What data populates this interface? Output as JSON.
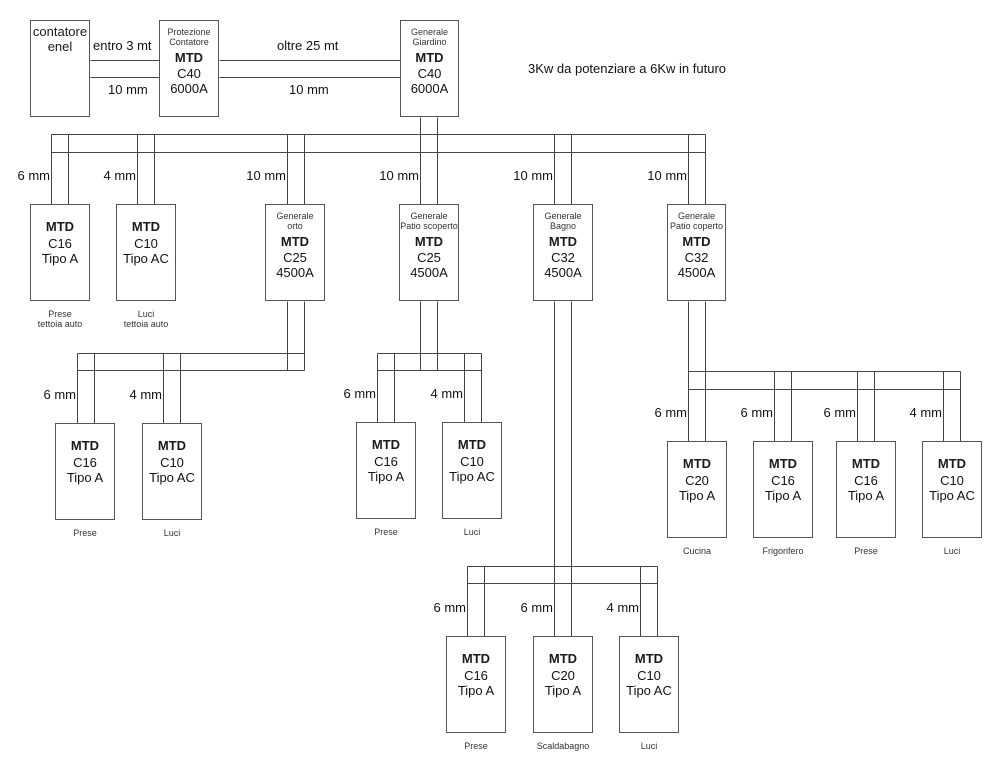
{
  "note": "3Kw da potenziare a 6Kw in futuro",
  "main_line": {
    "meter": {
      "line1": "contatore",
      "line2": "enel"
    },
    "seg1": {
      "top": "entro 3 mt",
      "bottom": "10 mm"
    },
    "protezione": {
      "title1": "Protezione",
      "title2": "Contatore",
      "type": "MTD",
      "rating": "C40",
      "capacity": "6000A"
    },
    "seg2": {
      "top": "oltre 25 mt",
      "bottom": "10 mm"
    },
    "giardino": {
      "title1": "Generale",
      "title2": "Giardino",
      "type": "MTD",
      "rating": "C40",
      "capacity": "6000A"
    }
  },
  "level1": [
    {
      "cable": "6 mm",
      "type": "MTD",
      "rating": "C16",
      "kind": "Tipo A",
      "caption1": "Prese",
      "caption2": "tettoia auto"
    },
    {
      "cable": "4 mm",
      "type": "MTD",
      "rating": "C10",
      "kind": "Tipo AC",
      "caption1": "Luci",
      "caption2": "tettoia auto"
    },
    {
      "cable": "10 mm",
      "title1": "Generale",
      "title2": "orto",
      "type": "MTD",
      "rating": "C25",
      "capacity": "4500A"
    },
    {
      "cable": "10 mm",
      "title1": "Generale",
      "title2": "Patio scoperto",
      "type": "MTD",
      "rating": "C25",
      "capacity": "4500A"
    },
    {
      "cable": "10 mm",
      "title1": "Generale",
      "title2": "Bagno",
      "type": "MTD",
      "rating": "C32",
      "capacity": "4500A"
    },
    {
      "cable": "10 mm",
      "title1": "Generale",
      "title2": "Patio coperto",
      "type": "MTD",
      "rating": "C32",
      "capacity": "4500A"
    }
  ],
  "orto_circuits": [
    {
      "cable": "6 mm",
      "type": "MTD",
      "rating": "C16",
      "kind": "Tipo A",
      "caption": "Prese"
    },
    {
      "cable": "4 mm",
      "type": "MTD",
      "rating": "C10",
      "kind": "Tipo AC",
      "caption": "Luci"
    }
  ],
  "patio_scoperto_circuits": [
    {
      "cable": "6 mm",
      "type": "MTD",
      "rating": "C16",
      "kind": "Tipo A",
      "caption": "Prese"
    },
    {
      "cable": "4 mm",
      "type": "MTD",
      "rating": "C10",
      "kind": "Tipo AC",
      "caption": "Luci"
    }
  ],
  "bagno_circuits": [
    {
      "cable": "6 mm",
      "type": "MTD",
      "rating": "C16",
      "kind": "Tipo A",
      "caption": "Prese"
    },
    {
      "cable": "6 mm",
      "type": "MTD",
      "rating": "C20",
      "kind": "Tipo A",
      "caption": "Scaldabagno"
    },
    {
      "cable": "4 mm",
      "type": "MTD",
      "rating": "C10",
      "kind": "Tipo AC",
      "caption": "Luci"
    }
  ],
  "patio_coperto_circuits": [
    {
      "cable": "6 mm",
      "type": "MTD",
      "rating": "C20",
      "kind": "Tipo A",
      "caption": "Cucina"
    },
    {
      "cable": "6 mm",
      "type": "MTD",
      "rating": "C16",
      "kind": "Tipo A",
      "caption": "Frigorifero"
    },
    {
      "cable": "6 mm",
      "type": "MTD",
      "rating": "C16",
      "kind": "Tipo A",
      "caption": "Prese"
    },
    {
      "cable": "4 mm",
      "type": "MTD",
      "rating": "C10",
      "kind": "Tipo AC",
      "caption": "Luci"
    }
  ]
}
